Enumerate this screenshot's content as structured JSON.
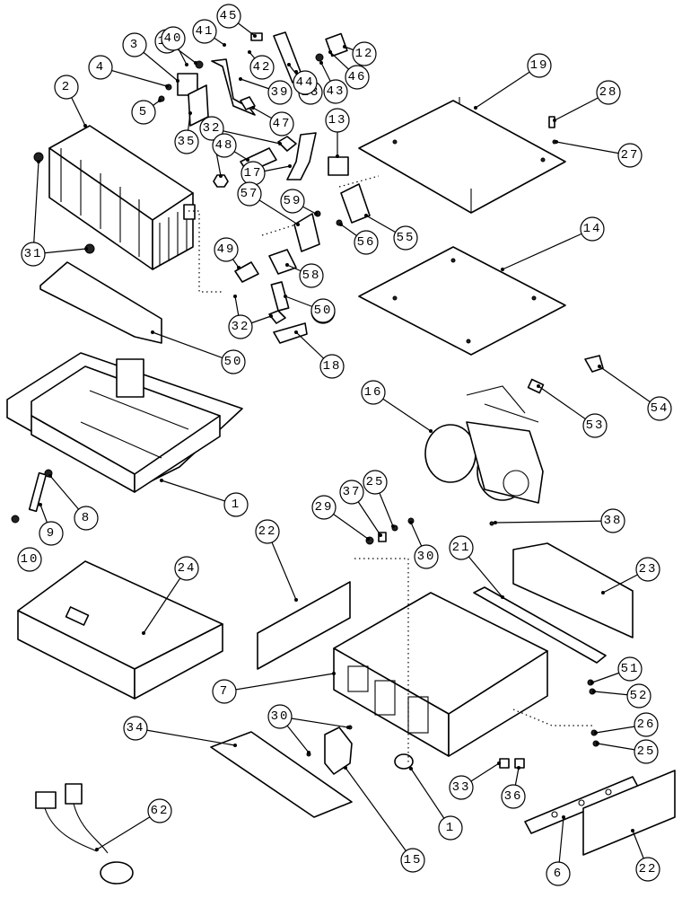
{
  "diagram": {
    "type": "exploded parts view",
    "callouts": [
      {
        "id": "c1a",
        "label": "1"
      },
      {
        "id": "c1b",
        "label": "1"
      },
      {
        "id": "c2",
        "label": "2"
      },
      {
        "id": "c3",
        "label": "3"
      },
      {
        "id": "c4",
        "label": "4"
      },
      {
        "id": "c5",
        "label": "5"
      },
      {
        "id": "c6",
        "label": "6"
      },
      {
        "id": "c7",
        "label": "7"
      },
      {
        "id": "c8",
        "label": "8"
      },
      {
        "id": "c9",
        "label": "9"
      },
      {
        "id": "c10a",
        "label": "10"
      },
      {
        "id": "c10b",
        "label": "10"
      },
      {
        "id": "c12",
        "label": "12"
      },
      {
        "id": "c13a",
        "label": "13"
      },
      {
        "id": "c13b",
        "label": "13"
      },
      {
        "id": "c14",
        "label": "14"
      },
      {
        "id": "c15",
        "label": "15"
      },
      {
        "id": "c16",
        "label": "16"
      },
      {
        "id": "c17",
        "label": "17"
      },
      {
        "id": "c18",
        "label": "18"
      },
      {
        "id": "c19",
        "label": "19"
      },
      {
        "id": "c21",
        "label": "21"
      },
      {
        "id": "c22a",
        "label": "22"
      },
      {
        "id": "c22b",
        "label": "22"
      },
      {
        "id": "c23",
        "label": "23"
      },
      {
        "id": "c24",
        "label": "24"
      },
      {
        "id": "c25a",
        "label": "25"
      },
      {
        "id": "c25b",
        "label": "25"
      },
      {
        "id": "c26",
        "label": "26"
      },
      {
        "id": "c27",
        "label": "27"
      },
      {
        "id": "c28",
        "label": "28"
      },
      {
        "id": "c29",
        "label": "29"
      },
      {
        "id": "c30a",
        "label": "30"
      },
      {
        "id": "c30b",
        "label": "30"
      },
      {
        "id": "c30c",
        "label": "30"
      },
      {
        "id": "c31",
        "label": "31"
      },
      {
        "id": "c32a",
        "label": "32"
      },
      {
        "id": "c32b",
        "label": "32"
      },
      {
        "id": "c33",
        "label": "33"
      },
      {
        "id": "c34",
        "label": "34"
      },
      {
        "id": "c35",
        "label": "35"
      },
      {
        "id": "c36",
        "label": "36"
      },
      {
        "id": "c37",
        "label": "37"
      },
      {
        "id": "c38",
        "label": "38"
      },
      {
        "id": "c39",
        "label": "39"
      },
      {
        "id": "c40",
        "label": "40"
      },
      {
        "id": "c41",
        "label": "41"
      },
      {
        "id": "c42",
        "label": "42"
      },
      {
        "id": "c43",
        "label": "43"
      },
      {
        "id": "c44",
        "label": "44"
      },
      {
        "id": "c45",
        "label": "45"
      },
      {
        "id": "c46",
        "label": "46"
      },
      {
        "id": "c47",
        "label": "47"
      },
      {
        "id": "c48",
        "label": "48"
      },
      {
        "id": "c49",
        "label": "49"
      },
      {
        "id": "c50a",
        "label": "50"
      },
      {
        "id": "c50b",
        "label": "50"
      },
      {
        "id": "c51",
        "label": "51"
      },
      {
        "id": "c52",
        "label": "52"
      },
      {
        "id": "c53",
        "label": "53"
      },
      {
        "id": "c54",
        "label": "54"
      },
      {
        "id": "c55",
        "label": "55"
      },
      {
        "id": "c56",
        "label": "56"
      },
      {
        "id": "c57",
        "label": "57"
      },
      {
        "id": "c58",
        "label": "58"
      },
      {
        "id": "c59",
        "label": "59"
      },
      {
        "id": "c62",
        "label": "62"
      }
    ]
  }
}
